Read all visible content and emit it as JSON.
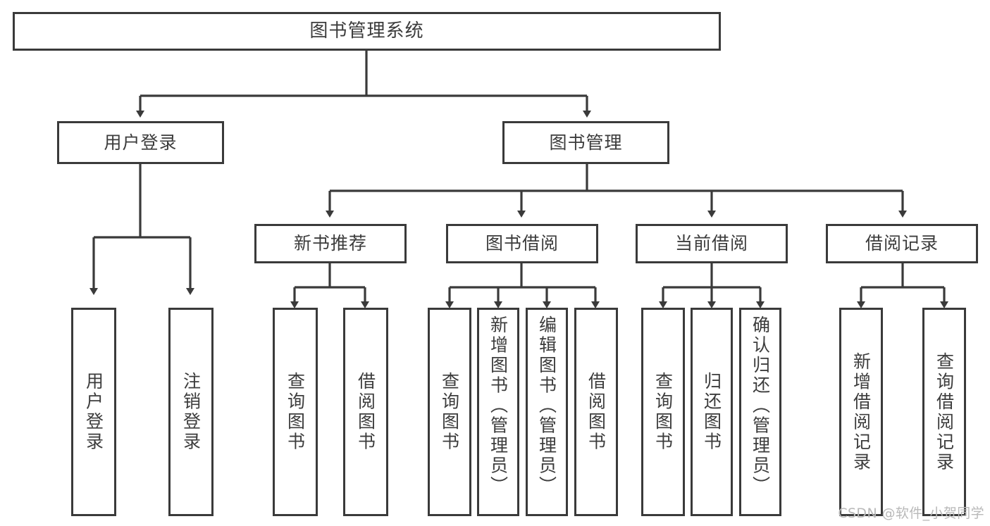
{
  "diagram": {
    "title": "图书管理系统",
    "type": "tree-hierarchy",
    "watermark": "CSDN @软件_小贺同学",
    "stroke_color": "#3a3a3a",
    "text_color": "#3c3c3c",
    "background_color": "#ffffff",
    "nodes": {
      "root": {
        "label": "图书管理系统",
        "level": 0
      },
      "user_login": {
        "label": "用户登录",
        "level": 1
      },
      "book_manage": {
        "label": "图书管理",
        "level": 1
      },
      "new_book_rec": {
        "label": "新书推荐",
        "level": 2
      },
      "book_borrow": {
        "label": "图书借阅",
        "level": 2
      },
      "current_borrow": {
        "label": "当前借阅",
        "level": 2
      },
      "borrow_record": {
        "label": "借阅记录",
        "level": 2
      },
      "leaf_user_login": {
        "label": "用户登录",
        "level": 2
      },
      "leaf_user_logout": {
        "label": "注销登录",
        "level": 2
      },
      "leaf_query_book_1": {
        "label": "查询图书",
        "level": 3
      },
      "leaf_borrow_book_1": {
        "label": "借阅图书",
        "level": 3
      },
      "leaf_query_book_2": {
        "label": "查询图书",
        "level": 3
      },
      "leaf_add_book": {
        "label": "新增图书（管理员）",
        "level": 3
      },
      "leaf_edit_book": {
        "label": "编辑图书（管理员）",
        "level": 3
      },
      "leaf_borrow_book_2": {
        "label": "借阅图书",
        "level": 3
      },
      "leaf_query_book_3": {
        "label": "查询图书",
        "level": 3
      },
      "leaf_return_book": {
        "label": "归还图书",
        "level": 3
      },
      "leaf_confirm_return": {
        "label": "确认归还（管理员）",
        "level": 3
      },
      "leaf_add_record": {
        "label": "新增借阅记录",
        "level": 3
      },
      "leaf_query_record": {
        "label": "查询借阅记录",
        "level": 3
      }
    },
    "edges": [
      {
        "from": "root",
        "to": "user_login"
      },
      {
        "from": "root",
        "to": "book_manage"
      },
      {
        "from": "user_login",
        "to": "leaf_user_login"
      },
      {
        "from": "user_login",
        "to": "leaf_user_logout"
      },
      {
        "from": "book_manage",
        "to": "new_book_rec"
      },
      {
        "from": "book_manage",
        "to": "book_borrow"
      },
      {
        "from": "book_manage",
        "to": "current_borrow"
      },
      {
        "from": "book_manage",
        "to": "borrow_record"
      },
      {
        "from": "new_book_rec",
        "to": "leaf_query_book_1"
      },
      {
        "from": "new_book_rec",
        "to": "leaf_borrow_book_1"
      },
      {
        "from": "book_borrow",
        "to": "leaf_query_book_2"
      },
      {
        "from": "book_borrow",
        "to": "leaf_add_book"
      },
      {
        "from": "book_borrow",
        "to": "leaf_edit_book"
      },
      {
        "from": "book_borrow",
        "to": "leaf_borrow_book_2"
      },
      {
        "from": "current_borrow",
        "to": "leaf_query_book_3"
      },
      {
        "from": "current_borrow",
        "to": "leaf_return_book"
      },
      {
        "from": "current_borrow",
        "to": "leaf_confirm_return"
      },
      {
        "from": "borrow_record",
        "to": "leaf_add_record"
      },
      {
        "from": "borrow_record",
        "to": "leaf_query_record"
      }
    ]
  }
}
